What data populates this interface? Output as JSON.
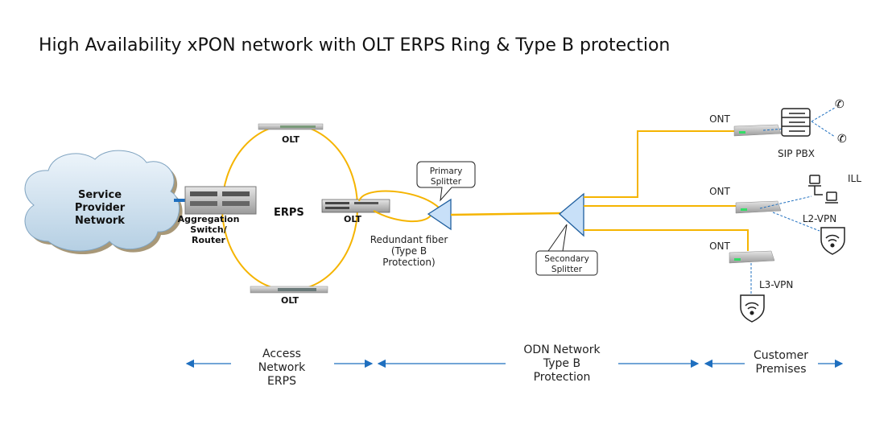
{
  "title": "High Availability xPON network with OLT ERPS Ring & Type B protection",
  "colors": {
    "fiber": "#f5b400",
    "link": "#1f6fbf",
    "splitter_fill": "#c8e0f8",
    "splitter_stroke": "#1f5f9f"
  },
  "cloud": {
    "line1": "Service",
    "line2": "Provider",
    "line3": "Network"
  },
  "aggregation": {
    "line1": "Aggregation",
    "line2": "Switch/",
    "line3": "Router"
  },
  "ring": {
    "label": "ERPS",
    "olt_top": "OLT",
    "olt_right": "OLT",
    "olt_bottom": "OLT"
  },
  "primary_splitter": {
    "line1": "Primary",
    "line2": "Splitter"
  },
  "secondary_splitter": {
    "line1": "Secondary",
    "line2": "Splitter"
  },
  "redundant": {
    "line1": "Redundant fiber",
    "line2": "(Type B",
    "line3": "Protection)"
  },
  "onts": [
    {
      "label": "ONT",
      "service": "SIP PBX"
    },
    {
      "label": "ONT",
      "service_a": "ILL",
      "service_b": "L2-VPN"
    },
    {
      "label": "ONT",
      "service": "L3-VPN"
    }
  ],
  "segments": {
    "access": {
      "line1": "Access",
      "line2": "Network",
      "line3": "ERPS"
    },
    "odn": {
      "line1": "ODN Network",
      "line2": "Type B",
      "line3": "Protection"
    },
    "customer": {
      "line1": "Customer",
      "line2": "Premises"
    }
  }
}
